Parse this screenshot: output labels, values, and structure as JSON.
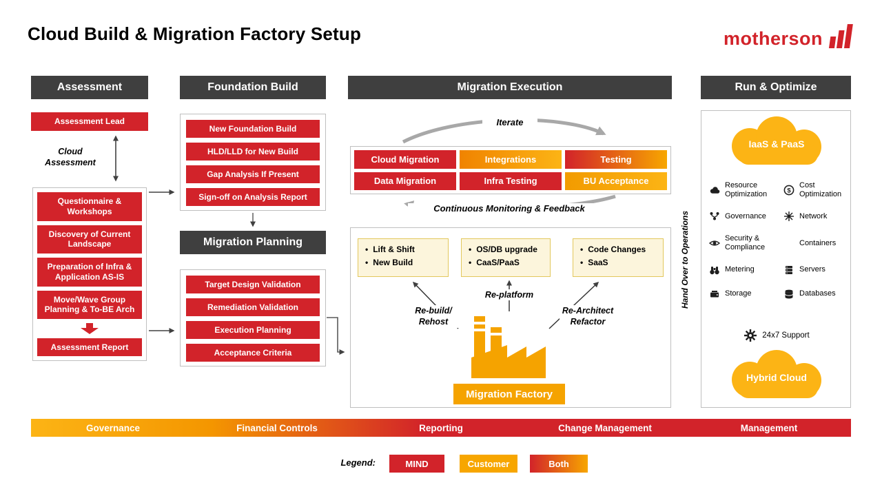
{
  "title": "Cloud Build & Migration Factory Setup",
  "logo": {
    "text": "motherson"
  },
  "assessment": {
    "header": "Assessment",
    "lead": "Assessment Lead",
    "side_label": "Cloud\nAssessment",
    "steps": [
      "Questionnaire &\nWorkshops",
      "Discovery of Current\nLandscape",
      "Preparation of Infra &\nApplication AS-IS",
      "Move/Wave Group\nPlanning & To-BE Arch"
    ],
    "report": "Assessment Report"
  },
  "foundation": {
    "header": "Foundation Build",
    "steps": [
      "New Foundation Build",
      "HLD/LLD for New Build",
      "Gap Analysis If Present",
      "Sign-off on Analysis Report"
    ]
  },
  "planning": {
    "header": "Migration Planning",
    "steps": [
      "Target Design Validation",
      "Remediation Validation",
      "Execution Planning",
      "Acceptance Criteria"
    ]
  },
  "execution": {
    "header": "Migration Execution",
    "iterate_label": "Iterate",
    "grid": [
      {
        "label": "Cloud Migration",
        "style": "red"
      },
      {
        "label": "Integrations",
        "style": "orange-gradient"
      },
      {
        "label": "Testing",
        "style": "red-orange-gradient"
      },
      {
        "label": "Data Migration",
        "style": "red"
      },
      {
        "label": "Infra Testing",
        "style": "red"
      },
      {
        "label": "BU Acceptance",
        "style": "gold"
      }
    ],
    "feedback_label": "Continuous Monitoring & Feedback",
    "options": [
      {
        "items": [
          "Lift & Shift",
          "New Build"
        ]
      },
      {
        "items": [
          "OS/DB upgrade",
          "CaaS/PaaS"
        ]
      },
      {
        "items": [
          "Code Changes",
          "SaaS"
        ]
      }
    ],
    "approaches": [
      "Re-build/\nRehost",
      "Re-platform",
      "Re-Architect\nRefactor"
    ],
    "factory_label": "Migration Factory"
  },
  "run": {
    "header": "Run & Optimize",
    "hand_over": "Hand Over to Operations",
    "cloud_top": "IaaS & PaaS",
    "items": [
      {
        "label": "Resource\nOptimization",
        "icon": "resource-optimization-icon"
      },
      {
        "label": "Cost\nOptimization",
        "icon": "cost-optimization-icon"
      },
      {
        "label": "Governance",
        "icon": "governance-icon"
      },
      {
        "label": "Network",
        "icon": "network-icon"
      },
      {
        "label": "Security &\nCompliance",
        "icon": "security-compliance-icon"
      },
      {
        "label": "Containers",
        "icon": ""
      },
      {
        "label": "Metering",
        "icon": "metering-icon"
      },
      {
        "label": "Servers",
        "icon": "servers-icon"
      },
      {
        "label": "Storage",
        "icon": "storage-icon"
      },
      {
        "label": "Databases",
        "icon": "databases-icon"
      }
    ],
    "support": "24x7 Support",
    "cloud_bottom": "Hybrid Cloud"
  },
  "bottom_bar": [
    "Governance",
    "Financial Controls",
    "Reporting",
    "Change Management",
    "Management"
  ],
  "legend": {
    "label": "Legend:",
    "items": [
      {
        "label": "MIND",
        "style": "red"
      },
      {
        "label": "Customer",
        "style": "gold"
      },
      {
        "label": "Both",
        "style": "gradient"
      }
    ]
  },
  "colors": {
    "red": "#D2232A",
    "gold": "#F7A600",
    "amber": "#FCB415",
    "dark_header": "#3F3F3F",
    "option_fill": "#FCF5DC"
  }
}
